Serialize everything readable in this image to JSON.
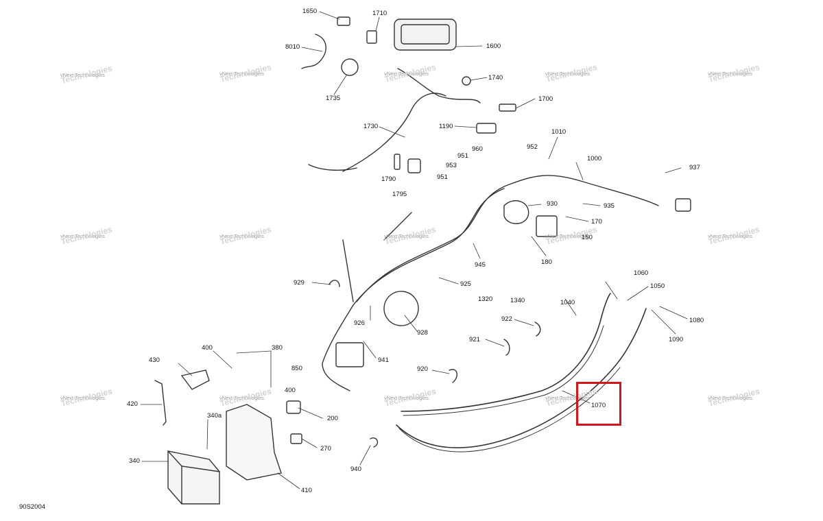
{
  "diagram": {
    "reference_code": "90S2004",
    "highlighted_part": "1070",
    "highlight_color": "#d0161c",
    "watermark": {
      "line1": "vNext Technologies",
      "line2": "Technologies"
    },
    "part_numbers": [
      "1650",
      "1710",
      "1600",
      "8010",
      "1735",
      "1740",
      "1700",
      "1730",
      "1190",
      "1010",
      "960",
      "951",
      "952",
      "953",
      "1000",
      "937",
      "951",
      "1790",
      "1795",
      "930",
      "935",
      "170",
      "150",
      "180",
      "945",
      "929",
      "925",
      "1320",
      "1340",
      "1060",
      "1050",
      "1040",
      "1080",
      "926",
      "928",
      "922",
      "1090",
      "921",
      "941",
      "400",
      "380",
      "920",
      "430",
      "850",
      "1070",
      "420",
      "340a",
      "400",
      "200",
      "270",
      "340",
      "940",
      "410"
    ]
  }
}
